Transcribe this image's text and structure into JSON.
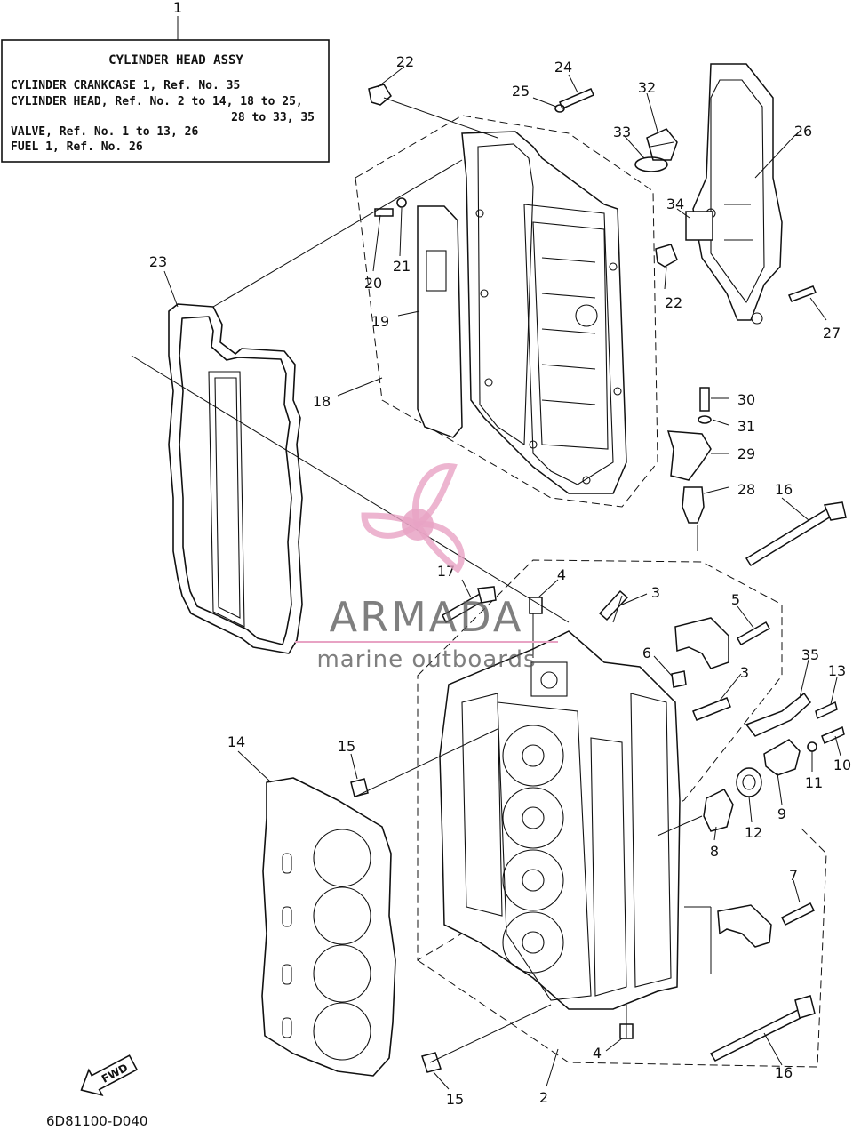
{
  "info_box": {
    "title": "CYLINDER HEAD ASSY",
    "lines": [
      "CYLINDER CRANKCASE 1, Ref. No. 35",
      "CYLINDER HEAD,  Ref. No. 2 to 14, 18 to 25,",
      "28 to 33, 35",
      "VALVE,  Ref. No. 1 to 13, 26",
      "FUEL 1, Ref. No. 26"
    ]
  },
  "part_labels": {
    "p1": "1",
    "p2": "2",
    "p3a": "3",
    "p3b": "3",
    "p4a": "4",
    "p4b": "4",
    "p5": "5",
    "p6": "6",
    "p7": "7",
    "p8": "8",
    "p9": "9",
    "p10": "10",
    "p11": "11",
    "p12": "12",
    "p13": "13",
    "p14": "14",
    "p15a": "15",
    "p15b": "15",
    "p16a": "16",
    "p16b": "16",
    "p17": "17",
    "p18": "18",
    "p19": "19",
    "p20": "20",
    "p21": "21",
    "p22a": "22",
    "p22b": "22",
    "p23": "23",
    "p24": "24",
    "p25": "25",
    "p26": "26",
    "p27": "27",
    "p28": "28",
    "p29": "29",
    "p30": "30",
    "p31": "31",
    "p32": "32",
    "p33": "33",
    "p34": "34",
    "p35": "35"
  },
  "watermark": {
    "brand": "ARMADA",
    "tagline": "marine outboards",
    "color": "#e8a3c4"
  },
  "fwd_label": "FWD",
  "drawing_code": "6D81100-D040"
}
